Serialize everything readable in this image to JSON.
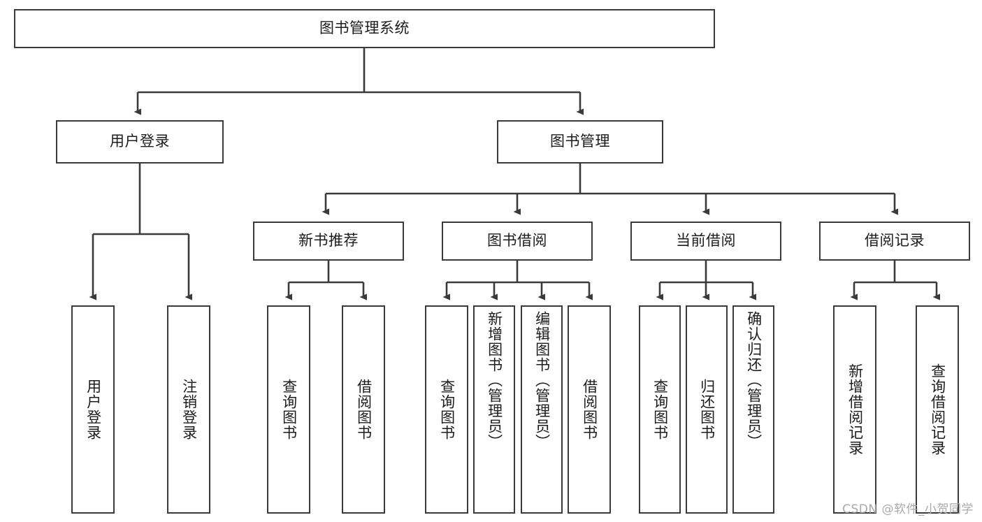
{
  "diagram": {
    "title": "图书管理系统",
    "type": "tree-hierarchy",
    "watermark": "CSDN @软件_小贺同学",
    "style": {
      "box_border_color": "#3a3a3a",
      "box_fill_color": "#ffffff",
      "line_color": "#3a3a3a",
      "text_color": "#1c1c1c",
      "background_color": "#ffffff",
      "watermark_color": "#a9a9a9"
    },
    "root": {
      "label": "图书管理系统"
    },
    "level2": [
      {
        "label": "用户登录"
      },
      {
        "label": "图书管理"
      }
    ],
    "level3": [
      {
        "label": "新书推荐"
      },
      {
        "label": "图书借阅"
      },
      {
        "label": "当前借阅"
      },
      {
        "label": "借阅记录"
      }
    ],
    "leaves": {
      "user_login": [
        {
          "label": "用户登录"
        },
        {
          "label": "注销登录"
        }
      ],
      "new_book": [
        {
          "label": "查询图书"
        },
        {
          "label": "借阅图书"
        }
      ],
      "book_borrow": [
        {
          "label": "查询图书"
        },
        {
          "label": "新增图书（管理员）"
        },
        {
          "label": "编辑图书（管理员）"
        },
        {
          "label": "借阅图书"
        }
      ],
      "current_borrow": [
        {
          "label": "查询图书"
        },
        {
          "label": "归还图书"
        },
        {
          "label": "确认归还（管理员）"
        }
      ],
      "borrow_record": [
        {
          "label": "新增借阅记录"
        },
        {
          "label": "查询借阅记录"
        }
      ]
    }
  }
}
